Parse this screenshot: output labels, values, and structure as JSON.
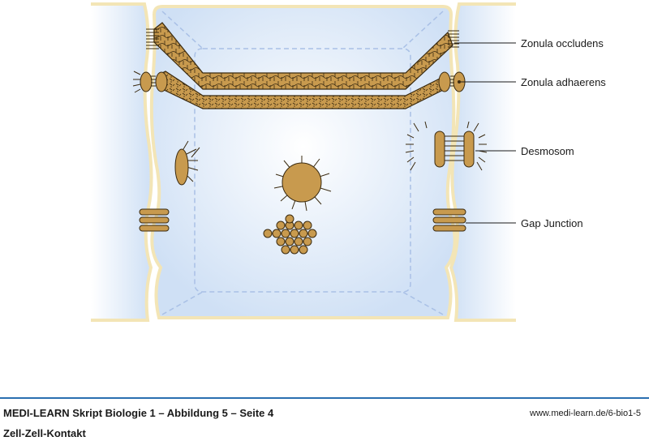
{
  "labels": {
    "zonula_occludens": "Zonula occludens",
    "zonula_adhaerens": "Zonula adhaerens",
    "desmosom": "Desmosom",
    "gap_junction": "Gap Junction"
  },
  "footer": {
    "title": "MEDI-LEARN Skript Biologie 1 – Abbildung 5 – Seite 4",
    "url": "www.medi-learn.de/6-bio1-5",
    "subtitle": "Zell-Zell-Kontakt"
  },
  "colors": {
    "cytoplasm": "#dbe8f7",
    "membrane": "#f3e5b6",
    "junction_brown": "#c89a4e",
    "outline": "#3a2a10",
    "footer_rule": "#2a6fb0"
  }
}
